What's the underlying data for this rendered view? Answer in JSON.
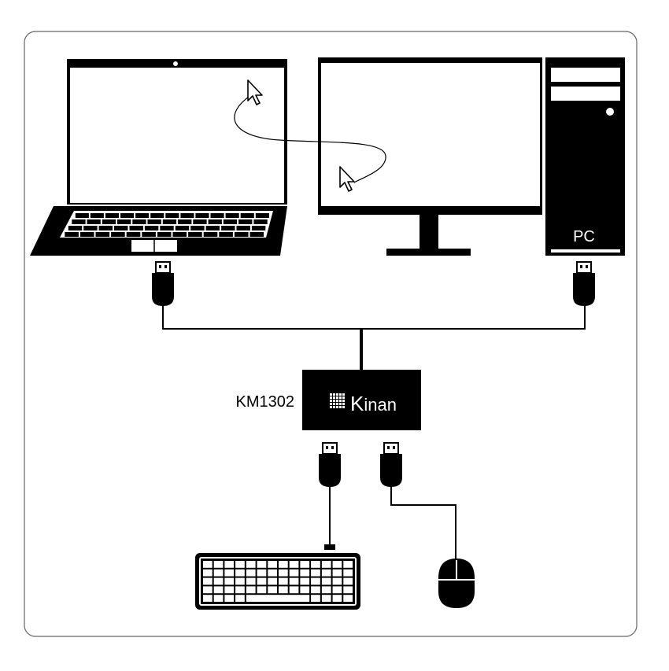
{
  "diagram": {
    "pc_label": "PC",
    "device_model": "KM1302",
    "brand_name": "Kinan",
    "brand_first_letter": "K",
    "brand_rest": "inan"
  },
  "icons": {
    "laptop": "laptop-icon",
    "monitor": "monitor-icon",
    "pc_tower": "pc-tower-icon",
    "keyboard": "keyboard-icon",
    "mouse": "mouse-icon",
    "usb_plug": "usb-plug-icon",
    "cursor": "cursor-arrow-icon"
  },
  "colors": {
    "ink": "#000000",
    "paper": "#ffffff",
    "frame": "#666666"
  }
}
